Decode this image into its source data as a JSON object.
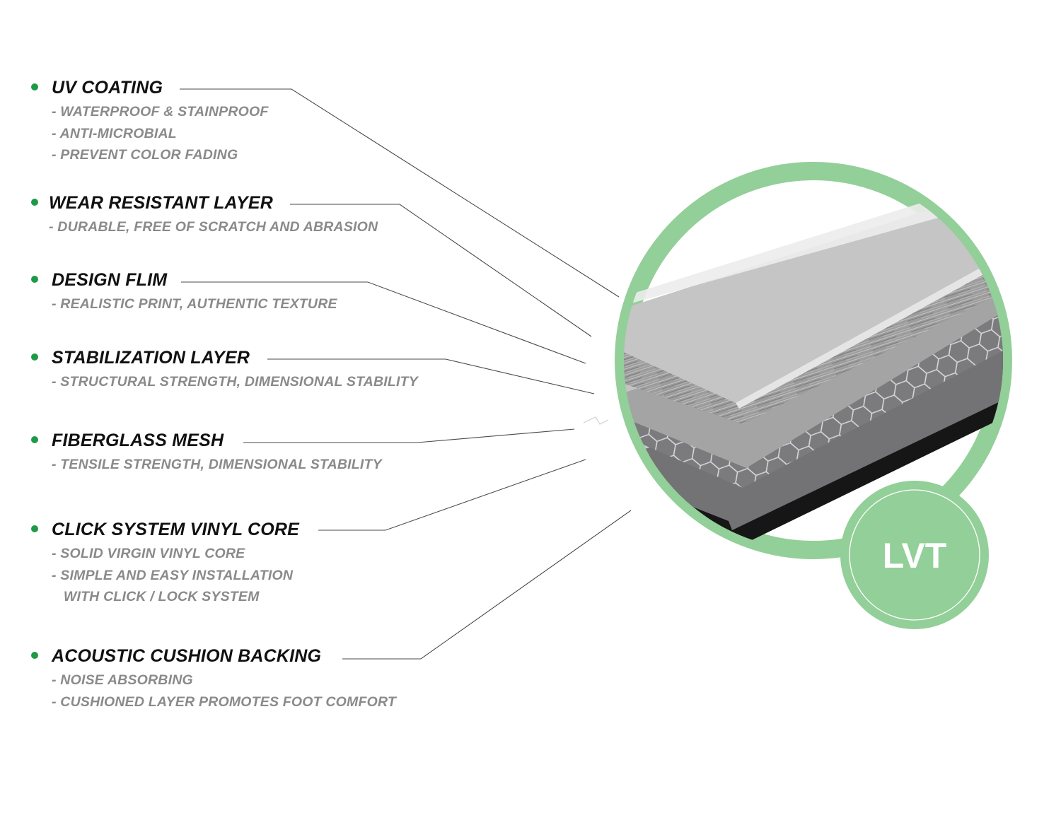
{
  "badge": {
    "label": "LVT"
  },
  "colors": {
    "accent": "#1e9a46",
    "ring": "#93cf98",
    "title_text": "#111111",
    "feature_text": "#8a8a8a",
    "leader_line": "#4a4a4a"
  },
  "layers": [
    {
      "title": "UV COATING",
      "features": [
        "- WATERPROOF & STAINPROOF",
        "- ANTI-MICROBIAL",
        "- PREVENT COLOR FADING"
      ]
    },
    {
      "title": "WEAR RESISTANT LAYER",
      "features": [
        "- DURABLE, FREE OF SCRATCH AND ABRASION"
      ]
    },
    {
      "title": "DESIGN FLIM",
      "features": [
        "- REALISTIC PRINT, AUTHENTIC TEXTURE"
      ]
    },
    {
      "title": "STABILIZATION LAYER",
      "features": [
        "- STRUCTURAL STRENGTH, DIMENSIONAL STABILITY"
      ]
    },
    {
      "title": "FIBERGLASS MESH",
      "features": [
        "- TENSILE STRENGTH, DIMENSIONAL STABILITY"
      ]
    },
    {
      "title": "CLICK SYSTEM VINYL CORE",
      "features": [
        "- SOLID VIRGIN VINYL CORE",
        "- SIMPLE AND EASY INSTALLATION",
        "   WITH CLICK / LOCK SYSTEM"
      ]
    },
    {
      "title": "ACOUSTIC CUSHION BACKING",
      "features": [
        "- NOISE ABSORBING",
        "- CUSHIONED LAYER PROMOTES FOOT COMFORT"
      ]
    }
  ]
}
